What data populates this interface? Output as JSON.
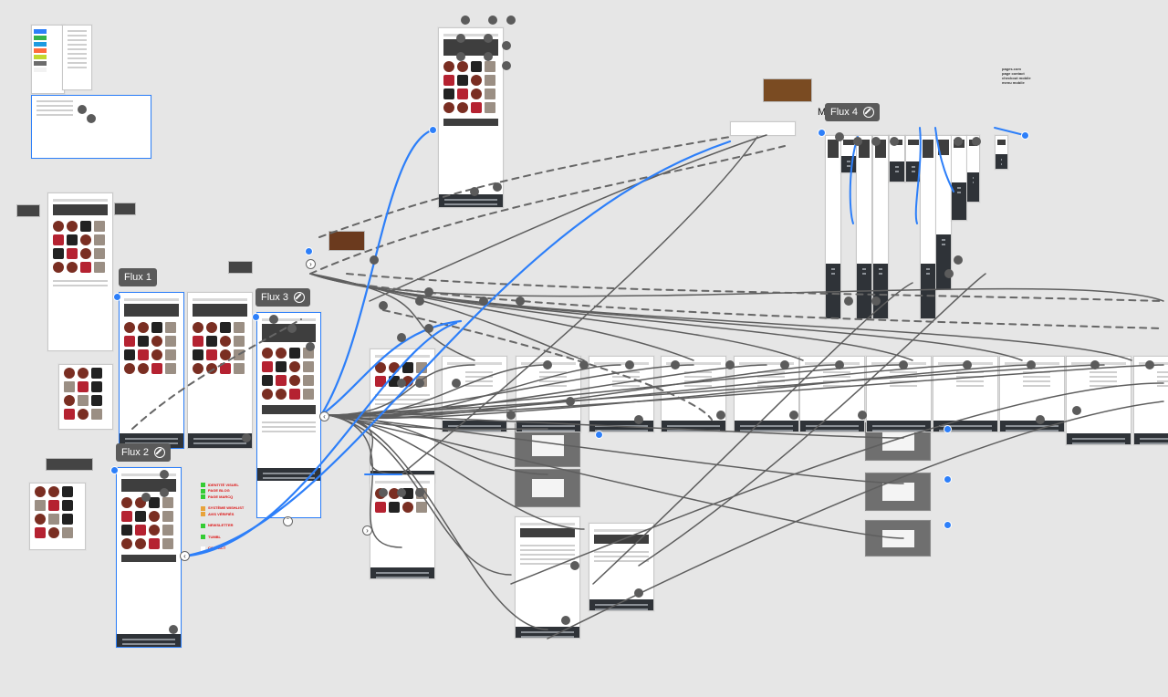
{
  "canvas": {
    "background": "#e6e6e6",
    "accent_blue": "#2d7ff9",
    "connector_gray": "#5e5e5e"
  },
  "flows": [
    {
      "id": "flux1",
      "label": "Flux 1"
    },
    {
      "id": "flux2",
      "label": "Flux 2"
    },
    {
      "id": "flux3",
      "label": "Flux 3"
    },
    {
      "id": "flux4",
      "label": "Flux 4"
    }
  ],
  "fragment_label": "M",
  "legend": [
    {
      "text": "IDENTITÉ VISUEL",
      "color": "#3c3"
    },
    {
      "text": "PAGE BLOG",
      "color": "#3c3"
    },
    {
      "text": "PAGE MARCQ",
      "color": "#3c3"
    },
    {
      "text": "SYSTÈME WISHLIST",
      "color": "#e8a33a"
    },
    {
      "text": "AVIS VÉRIFIÉS",
      "color": "#e8a33a"
    },
    {
      "text": "NEWSLETTER",
      "color": "#3c3"
    },
    {
      "text": "TUMBL",
      "color": "#3c3"
    },
    {
      "text": "CONTACT",
      "color": "#ffffff"
    }
  ],
  "notes_top_right": [
    "pages.com",
    "page contact",
    "checkout mobile",
    "menu mobile"
  ],
  "style_swatches": [
    "#2d7ff9",
    "#35b24a",
    "#1d9be0",
    "#ff6b3d",
    "#c3d82f",
    "#6c6c6c",
    "#f2f2f2"
  ],
  "icons": [
    "link-icon",
    "chevron-left-icon",
    "chevron-right-icon",
    "chevron-up-icon"
  ]
}
